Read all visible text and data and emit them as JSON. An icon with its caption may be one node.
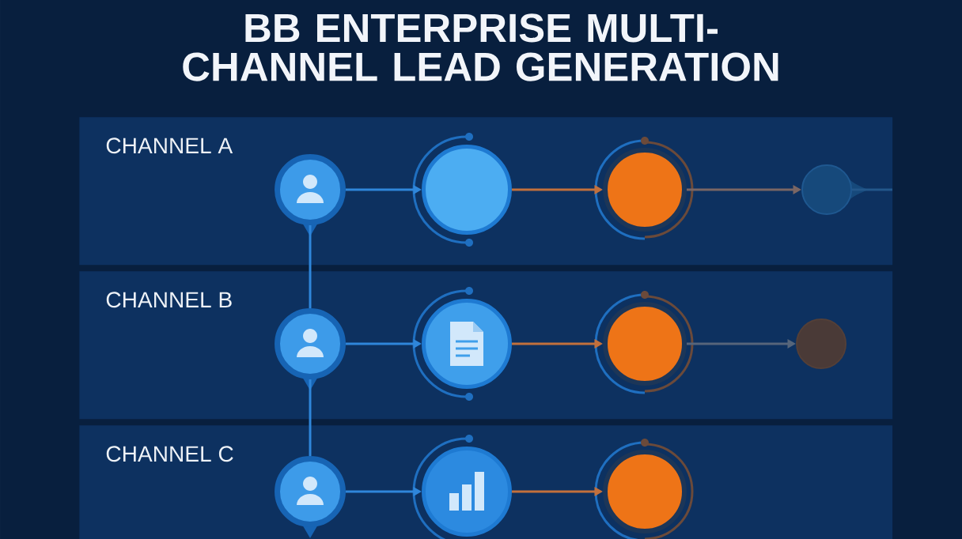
{
  "diagram": {
    "title": "BB ENTERPRISE MULTI-CHANNEL LEAD GENERATION",
    "nodes": [
      {
        "text": [
          "CHANNEL A"
        ]
      },
      {
        "text": [],
        "shape": "circle",
        "in": 0
      },
      {
        "text": [],
        "shape": "circle",
        "in": 0
      },
      {
        "text": [],
        "shape": "circle",
        "in": 0
      },
      {
        "text": [],
        "shape": "circle",
        "in": 0
      },
      {
        "text": [
          "CHANNEL B"
        ]
      },
      {
        "text": [],
        "shape": "circle",
        "in": 5
      },
      {
        "text": [],
        "shape": "circle",
        "in": 5
      },
      {
        "text": [],
        "shape": "circle",
        "in": 5
      },
      {
        "text": [],
        "shape": "circle",
        "in": 5
      },
      {
        "text": [
          "CHANNEL C"
        ]
      },
      {
        "text": [],
        "shape": "circle",
        "in": 10
      },
      {
        "text": [],
        "shape": "circle",
        "in": 10
      },
      {
        "text": [],
        "shape": "circle",
        "in": 10
      }
    ],
    "edges": [
      {
        "from": 1,
        "to": 2,
        "arrow": "to"
      },
      {
        "from": 2,
        "to": 3,
        "arrow": "to",
        "color": "#c2703c"
      },
      {
        "from": 3,
        "to": 4,
        "arrow": "to",
        "color": "#7a6664"
      },
      {
        "from": 4,
        "to": null,
        "arrow": "none",
        "color": "#23578a"
      },
      {
        "from": 1,
        "to": 6,
        "arrow": "none"
      },
      {
        "from": 6,
        "to": 7,
        "arrow": "to"
      },
      {
        "from": 7,
        "to": 8,
        "arrow": "to",
        "color": "#c2703c"
      },
      {
        "from": 8,
        "to": 9,
        "arrow": "to",
        "color": "#56657a"
      },
      {
        "from": 6,
        "to": 11,
        "arrow": "none"
      },
      {
        "from": 11,
        "to": 12,
        "arrow": "to"
      },
      {
        "from": 12,
        "to": 13,
        "arrow": "to",
        "color": "#c2703c"
      }
    ]
  }
}
